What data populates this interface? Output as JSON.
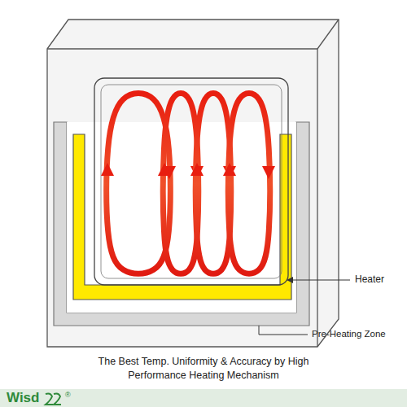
{
  "diagram": {
    "caption": "The Best Temp. Uniformity & Accuracy by High Performance Heating Mechanism",
    "labels": [
      "Heater",
      "Pre-Heating Zone",
      "Wisd",
      "®"
    ]
  }
}
